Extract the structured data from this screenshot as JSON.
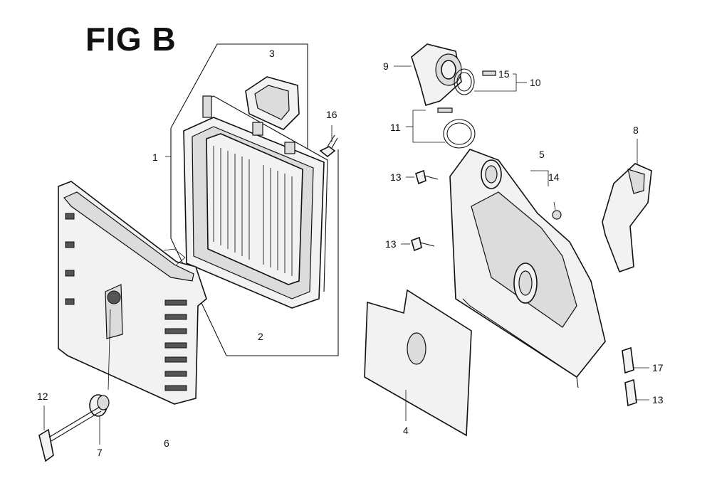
{
  "figure": {
    "title": "FIG B"
  },
  "callouts": [
    "1",
    "2",
    "3",
    "4",
    "5",
    "6",
    "7",
    "8",
    "9",
    "10",
    "11",
    "12",
    "13",
    "14",
    "15",
    "16",
    "17"
  ],
  "labels": {
    "c1": "1",
    "c2": "2",
    "c3": "3",
    "c4": "4",
    "c5": "5",
    "c6": "6",
    "c7": "7",
    "c8": "8",
    "c9": "9",
    "c10": "10",
    "c11": "11",
    "c12": "12",
    "c13a": "13",
    "c13b": "13",
    "c13c": "13",
    "c14": "14",
    "c15": "15",
    "c16": "16",
    "c17": "17"
  }
}
